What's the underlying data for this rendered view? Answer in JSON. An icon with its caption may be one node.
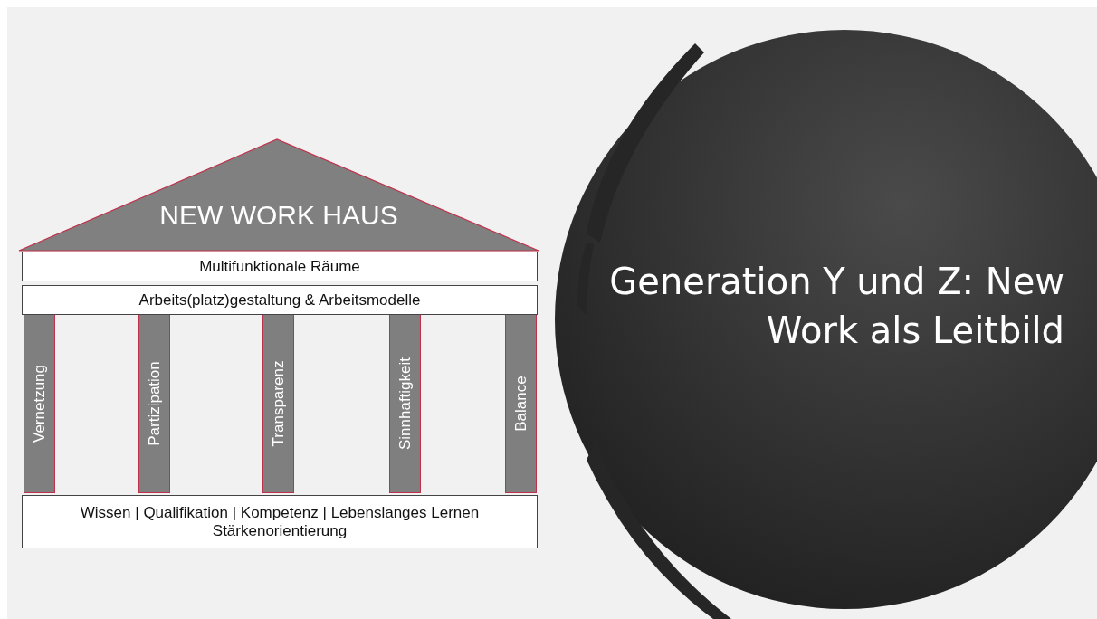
{
  "diagram": {
    "title": "Generation Y und Z: New Work als Leitbild",
    "nodes": [
      {
        "text": [
          "NEW WORK HAUS"
        ]
      },
      {
        "text": [
          "Multifunktionale Räume"
        ]
      },
      {
        "text": [
          "Arbeits(platz)gestaltung & Arbeitsmodelle"
        ]
      },
      {
        "text": [
          "Vernetzung"
        ]
      },
      {
        "text": [
          "Partizipation"
        ]
      },
      {
        "text": [
          "Transparenz"
        ]
      },
      {
        "text": [
          "Sinnhaftigkeit"
        ]
      },
      {
        "text": [
          "Balance"
        ]
      },
      {
        "text": [
          "Wissen | Qualifikation | Kompetenz | Lebenslanges Lernen",
          "Stärkenorientierung"
        ]
      }
    ],
    "edges": []
  }
}
